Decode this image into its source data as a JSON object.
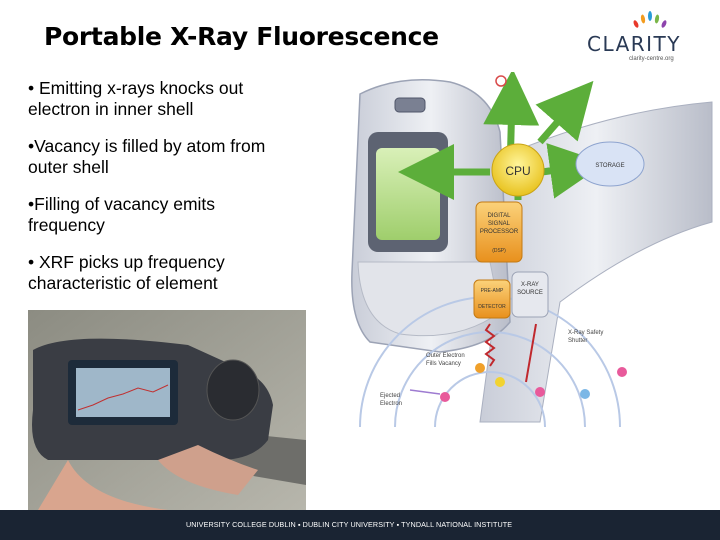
{
  "slide": {
    "title": "Portable X-Ray Fluorescence",
    "bullets": [
      "• Emitting x-rays knocks out electron in inner shell",
      "•Vacancy is filled by atom from outer shell",
      "•Filling of vacancy emits frequency",
      "• XRF picks up frequency characteristic of element"
    ]
  },
  "logo": {
    "name": "CLARITY",
    "tagline": "clarity-centre.org"
  },
  "diagram": {
    "labels": {
      "cpu": "CPU",
      "storage": "STORAGE",
      "dsp_line1": "DIGITAL",
      "dsp_line2": "SIGNAL",
      "dsp_line3": "PROCESSOR",
      "dsp_line4": "(DSP)",
      "preamp": "PRE-AMP",
      "detector": "DETECTOR",
      "xray_line1": "X-RAY",
      "xray_line2": "SOURCE",
      "shutter_line1": "X-Ray Safety",
      "shutter_line2": "Shutter",
      "outer_line1": "Outer Electron",
      "outer_line2": "Fills Vacancy",
      "ejected_line1": "Ejected",
      "ejected_line2": "Electron"
    }
  },
  "footer": {
    "text": "UNIVERSITY COLLEGE DUBLIN  ▪  DUBLIN CITY UNIVERSITY  ▪  TYNDALL NATIONAL INSTITUTE"
  },
  "colors": {
    "footer_bg": "#1a2433",
    "arrow_green": "#5cae3a",
    "arrow_red": "#c0282d",
    "cpu_yellow": "#f2d330",
    "dsp_orange": "#f0a02a",
    "logo_navy": "#2a3a55"
  }
}
